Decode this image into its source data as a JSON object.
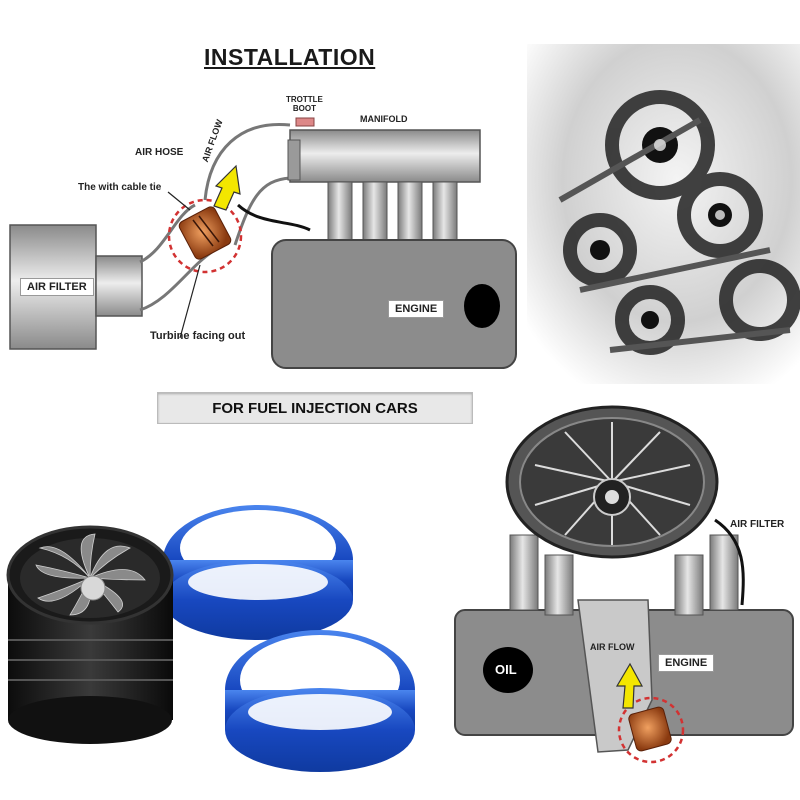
{
  "title": "INSTALLATION",
  "banner": "FOR FUEL INJECTION CARS",
  "top_diagram": {
    "air_filter": "AIR FILTER",
    "air_hose": "AIR HOSE",
    "air_flow": "AIR FLOW",
    "cable_tie": "The with cable tie",
    "turbine": "Turbine facing out",
    "throttle_line1": "TROTTLE",
    "throttle_line2": "BOOT",
    "manifold": "MANIFOLD",
    "engine": "ENGINE"
  },
  "bottom_diagram": {
    "air_filter": "AIR FILTER",
    "oil": "OIL",
    "air_flow": "AIR FLOW",
    "engine": "ENGINE"
  },
  "colors": {
    "engine_gray": "#8c8c8c",
    "arrow_yellow": "#f3e600",
    "turbine_copper": "#c8641e",
    "dashed_red": "#d23232",
    "silicone_blue": "#1e5ad2"
  }
}
